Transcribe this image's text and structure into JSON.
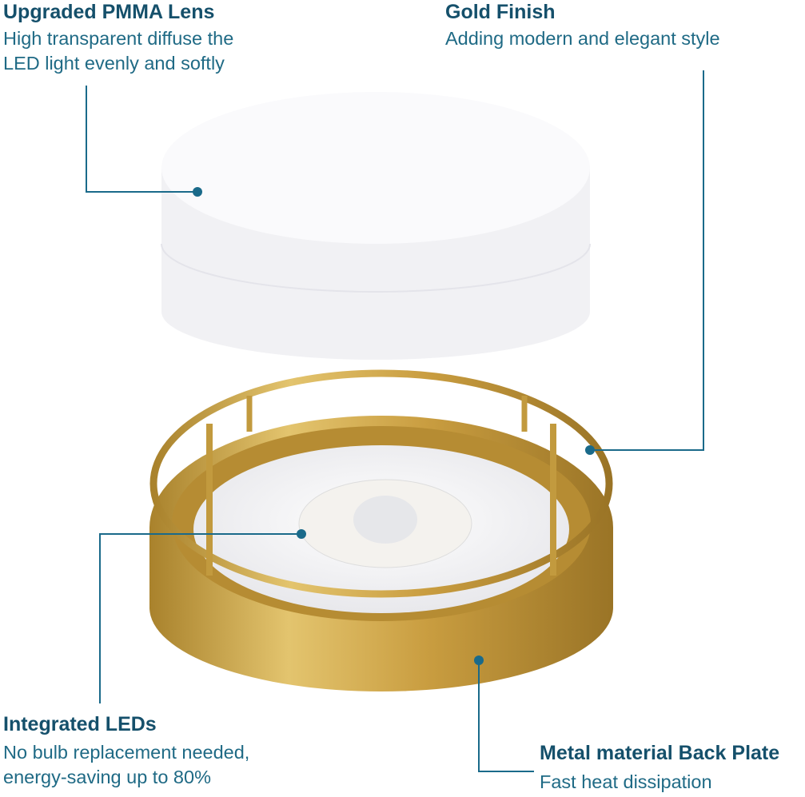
{
  "callouts": {
    "lens": {
      "title": "Upgraded PMMA Lens",
      "lines": [
        "High transparent diffuse the",
        "LED light evenly and softly"
      ]
    },
    "finish": {
      "title": "Gold Finish",
      "lines": [
        "Adding modern and elegant style"
      ]
    },
    "leds": {
      "title": "Integrated LEDs",
      "lines": [
        "No bulb replacement needed,",
        "energy-saving up to 80%"
      ]
    },
    "plate": {
      "title": "Metal material Back Plate",
      "lines": [
        "Fast heat dissipation"
      ]
    }
  },
  "colors": {
    "heading": "#15506b",
    "text": "#1f6a85",
    "leader": "#1a6a8a",
    "gold": "#c9a040"
  }
}
